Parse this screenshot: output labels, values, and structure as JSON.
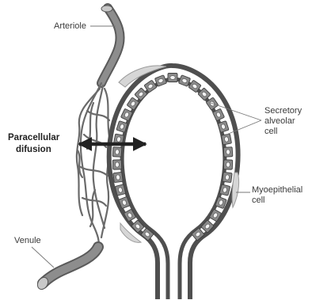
{
  "labels": {
    "arteriole": "Arteriole",
    "paracellular_line1": "Paracellular",
    "paracellular_line2": "difusion",
    "secretory_line1": "Secretory",
    "secretory_line2": "alveolar",
    "secretory_line3": "cell",
    "myoepithelial_line1": "Myoepithelial",
    "myoepithelial_line2": "cell",
    "venule": "Venule"
  },
  "colors": {
    "vessel": "#7a7a7a",
    "wall": "#4f4f4f",
    "cell": "#8a8a8a",
    "nucleus": "#f2f2f2",
    "myoepithelial": "#d6d6d6",
    "text": "#3a3a3a"
  }
}
